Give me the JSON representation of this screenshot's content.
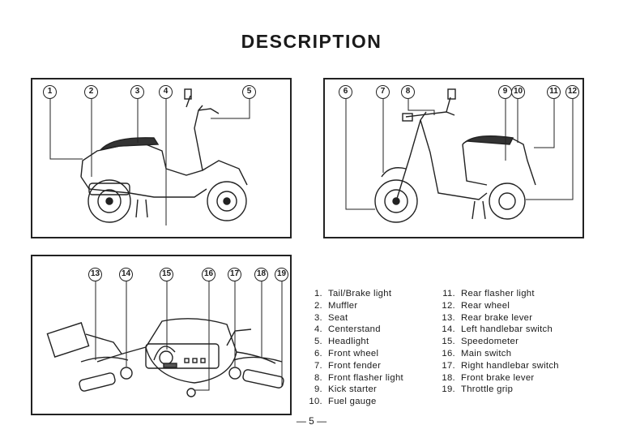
{
  "page": {
    "title": "DESCRIPTION",
    "page_number": "— 5 —"
  },
  "figure_left": {
    "callouts": [
      "1",
      "2",
      "3",
      "4",
      "5"
    ]
  },
  "figure_right": {
    "callouts": [
      "6",
      "7",
      "8",
      "9",
      "10",
      "11",
      "12"
    ]
  },
  "figure_bottom": {
    "callouts": [
      "13",
      "14",
      "15",
      "16",
      "17",
      "18",
      "19"
    ]
  },
  "legend": {
    "left": [
      {
        "num": "1.",
        "label": "Tail/Brake light"
      },
      {
        "num": "2.",
        "label": "Muffler"
      },
      {
        "num": "3.",
        "label": "Seat"
      },
      {
        "num": "4.",
        "label": "Centerstand"
      },
      {
        "num": "5.",
        "label": "Headlight"
      },
      {
        "num": "6.",
        "label": "Front wheel"
      },
      {
        "num": "7.",
        "label": "Front fender"
      },
      {
        "num": "8.",
        "label": "Front flasher light"
      },
      {
        "num": "9.",
        "label": "Kick starter"
      },
      {
        "num": "10.",
        "label": "Fuel gauge"
      }
    ],
    "right": [
      {
        "num": "11.",
        "label": "Rear flasher light"
      },
      {
        "num": "12.",
        "label": "Rear wheel"
      },
      {
        "num": "13.",
        "label": "Rear brake lever"
      },
      {
        "num": "14.",
        "label": "Left handlebar switch"
      },
      {
        "num": "15.",
        "label": "Speedometer"
      },
      {
        "num": "16.",
        "label": "Main switch"
      },
      {
        "num": "17.",
        "label": "Right handlebar switch"
      },
      {
        "num": "18.",
        "label": "Front brake lever"
      },
      {
        "num": "19.",
        "label": "Throttle grip"
      }
    ]
  }
}
